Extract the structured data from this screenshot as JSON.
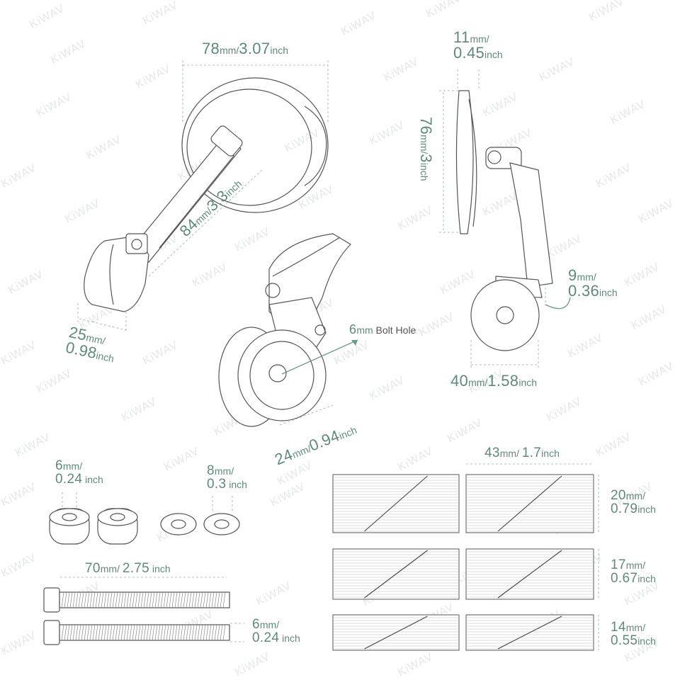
{
  "watermark": "KiWAV",
  "dimensions": {
    "mirror_width": {
      "value": "78",
      "unit_a": "mm",
      "sep": "/",
      "value_b": "3.07",
      "unit_b": "inch"
    },
    "mirror_diag": {
      "value": "84",
      "unit_a": "mm",
      "sep": "/",
      "value_b": "3.3",
      "unit_b": "inch"
    },
    "clamp_width": {
      "value": "25",
      "unit_a": "mm",
      "sep": "/",
      "value_b": "0.98",
      "unit_b": "inch"
    },
    "bolt_hole": {
      "value": "6",
      "unit_a": "mm",
      "label": "Bolt Hole"
    },
    "clamp_dia": {
      "value": "24",
      "unit_a": "mm",
      "sep": "/",
      "value_b": "0.94",
      "unit_b": "inch"
    },
    "mirror_depth": {
      "value": "11",
      "unit_a": "mm",
      "sep": "/",
      "value_b": "0.45",
      "unit_b": "inch"
    },
    "mirror_height": {
      "value": "76",
      "unit_a": "mm",
      "sep": "/",
      "value_b": "3",
      "unit_b": "inch"
    },
    "side_offset": {
      "value": "9",
      "unit_a": "mm",
      "sep": "/",
      "value_b": "0.36",
      "unit_b": "inch"
    },
    "side_width": {
      "value": "40",
      "unit_a": "mm",
      "sep": "/",
      "value_b": "1.58",
      "unit_b": "inch"
    },
    "spacer_small": {
      "value": "6",
      "unit_a": "mm",
      "sep": "/",
      "value_b": "0.24",
      "unit_b": "inch"
    },
    "washer": {
      "value": "8",
      "unit_a": "mm",
      "sep": "/",
      "value_b": "0.3",
      "unit_b": "inch"
    },
    "bolt_length": {
      "value": "70",
      "unit_a": "mm",
      "sep": "/",
      "value_b": "2.75",
      "unit_b": "inch"
    },
    "bolt_dia": {
      "value": "6",
      "unit_a": "mm",
      "sep": "/",
      "value_b": "0.24",
      "unit_b": "inch"
    },
    "pad_length": {
      "value": "43",
      "unit_a": "mm",
      "sep": "/",
      "value_b": "1.7",
      "unit_b": "inch"
    },
    "pad_20": {
      "value": "20",
      "unit_a": "mm",
      "sep": "/",
      "value_b": "0.79",
      "unit_b": "inch"
    },
    "pad_17": {
      "value": "17",
      "unit_a": "mm",
      "sep": "/",
      "value_b": "0.67",
      "unit_b": "inch"
    },
    "pad_14": {
      "value": "14",
      "unit_a": "mm",
      "sep": "/",
      "value_b": "0.55",
      "unit_b": "inch"
    }
  },
  "colors": {
    "dimension_text": "#5f8a7a",
    "line": "#555555",
    "guide": "#8fb3a6",
    "watermark": "#e3e9e6"
  }
}
